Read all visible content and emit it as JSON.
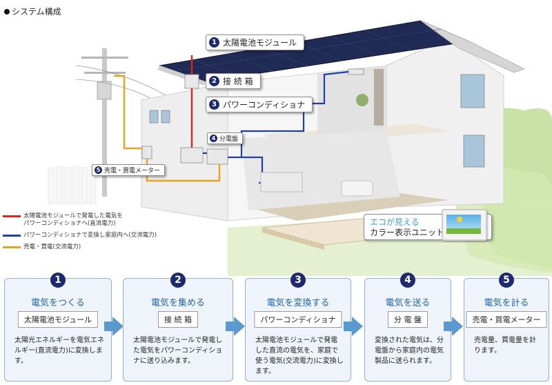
{
  "title": "システム構成",
  "callouts": {
    "c1": {
      "num": "1",
      "label": "太陽電池モジュール"
    },
    "c2": {
      "num": "2",
      "label": "接 続 箱"
    },
    "c3": {
      "num": "3",
      "label": "パワーコンディショナ"
    },
    "c4": {
      "num": "4",
      "label": "分電盤"
    },
    "c5": {
      "num": "5",
      "label": "売電・買電メーター"
    }
  },
  "legend": [
    {
      "color": "#d8261c",
      "text": "太陽電池モジュールで発電した電気を\nパワーコンディショナへ(直流電力)"
    },
    {
      "color": "#1e3fa8",
      "text": "パワーコンディショナで変換し家庭内へ(交流電力)"
    },
    {
      "color": "#e8a21a",
      "text": "売電・買電(交流電力)"
    }
  ],
  "eco": {
    "top": "エコが見える",
    "bottom": "カラー表示ユニット"
  },
  "steps": [
    {
      "num": "1",
      "title": "電気をつくる",
      "name": "太陽電池モジュール",
      "desc": "太陽光エネルギーを電気エネルギー(直流電力)に変換します。"
    },
    {
      "num": "2",
      "title": "電気を集める",
      "name": "接 続 箱",
      "desc": "太陽電池モジュールで発電した電気をパワーコンディショナに送り込みます。"
    },
    {
      "num": "3",
      "title": "電気を変換する",
      "name": "パワーコンディショナ",
      "desc": "太陽電池モジュールで発電した直流の電気を、家庭で使う電気(交流電力)に変換します。"
    },
    {
      "num": "4",
      "title": "電気を送る",
      "name": "分 電 盤",
      "desc": "変換された電気は、分電盤から家庭内の電気製品に送られます。"
    },
    {
      "num": "5",
      "title": "電気を計る",
      "name": "売電・買電メーター",
      "desc": "売電量、買電量を計ります。"
    }
  ],
  "colors": {
    "dc_line": "#d8261c",
    "ac_line": "#1e3fa8",
    "grid_line": "#e8a21a",
    "step_accent": "#2466a8",
    "badge": "#1d2a6e"
  }
}
